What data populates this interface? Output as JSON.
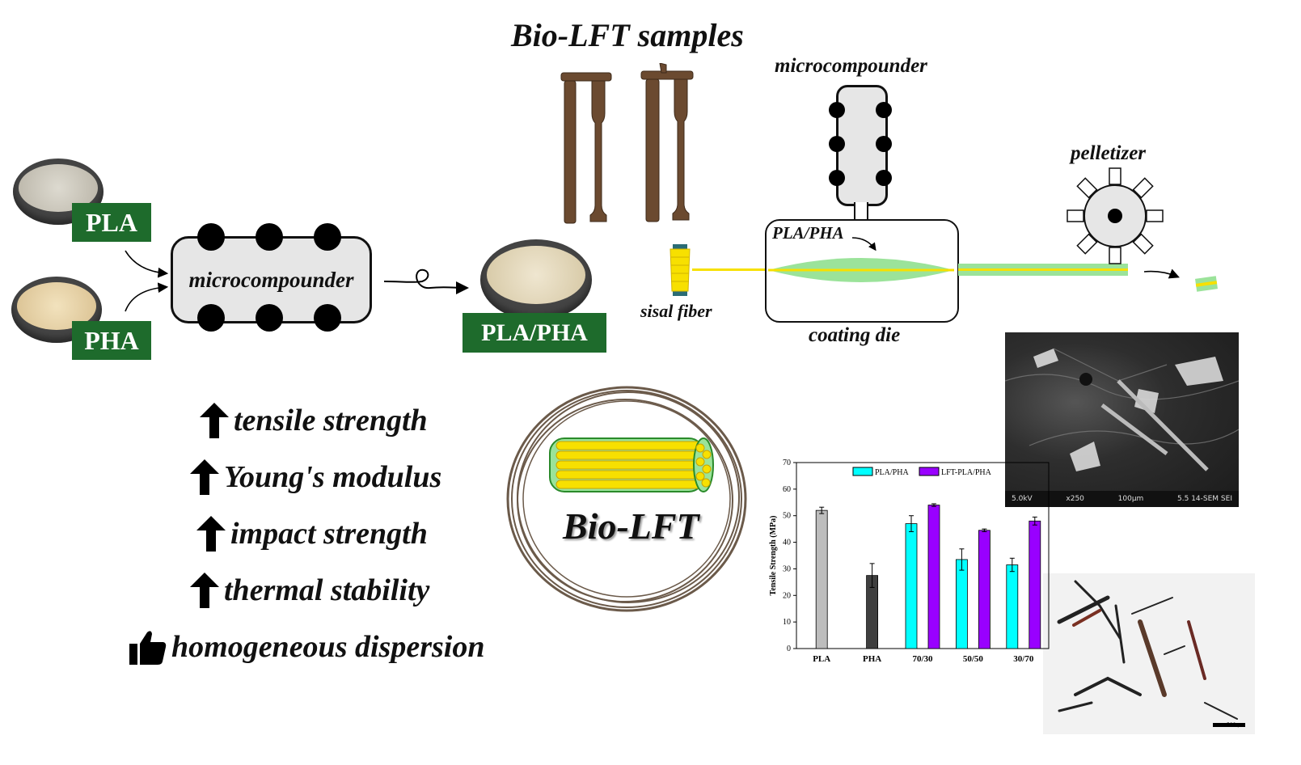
{
  "title": "Bio-LFT samples",
  "labels": {
    "pla": "PLA",
    "pha": "PHA",
    "blend": "PLA/PHA",
    "microcompounder_left": "microcompounder",
    "microcompounder_top": "microcompounder",
    "pelletizer": "pelletizer",
    "sisal_fiber": "sisal fiber",
    "coating_die": "coating die",
    "die_inlet": "PLA/PHA",
    "bio_lft": "Bio-LFT"
  },
  "benefits": [
    {
      "icon": "arrow-up-icon",
      "text": "tensile strength"
    },
    {
      "icon": "arrow-up-icon",
      "text": "Young's modulus"
    },
    {
      "icon": "arrow-up-icon",
      "text": "impact strength"
    },
    {
      "icon": "arrow-up-icon",
      "text": "thermal stability"
    },
    {
      "icon": "thumbs-up-icon",
      "text": "homogeneous dispersion"
    }
  ],
  "sem": {
    "voltage": "5.0kV",
    "magnification": "x250",
    "scale": "100µm",
    "id": "5.5 14-SEM SEI"
  },
  "micrograph": {
    "scale": "500 µm"
  },
  "colors": {
    "green_label": "#1e6b2c",
    "pla_pha_bar": "#00ffff",
    "lft_bar": "#9900ff",
    "pla_bar": "#bdbdbd",
    "pha_bar": "#3f3f3f",
    "fiber_yellow": "#f7e000",
    "coating_green": "#9be39a"
  },
  "chart_data": {
    "type": "bar",
    "ylabel": "Tensile Strength (MPa)",
    "xlabel": "",
    "ylim": [
      0,
      70
    ],
    "yticks": [
      0,
      10,
      20,
      30,
      40,
      50,
      60,
      70
    ],
    "categories": [
      "PLA",
      "PHA",
      "70/30",
      "50/50",
      "30/70"
    ],
    "series": [
      {
        "name": "PLA/PHA",
        "values": [
          null,
          null,
          47,
          33.5,
          31.5
        ],
        "errors": [
          null,
          null,
          3,
          4,
          2.5
        ]
      },
      {
        "name": "LFT-PLA/PHA",
        "values": [
          null,
          null,
          54,
          44.5,
          48
        ],
        "errors": [
          null,
          null,
          0.5,
          0.5,
          1.5
        ]
      }
    ],
    "neat": [
      {
        "category": "PLA",
        "value": 52,
        "error": 1.2
      },
      {
        "category": "PHA",
        "value": 27.5,
        "error": 4.5
      }
    ],
    "legend": "top",
    "grid": false
  }
}
